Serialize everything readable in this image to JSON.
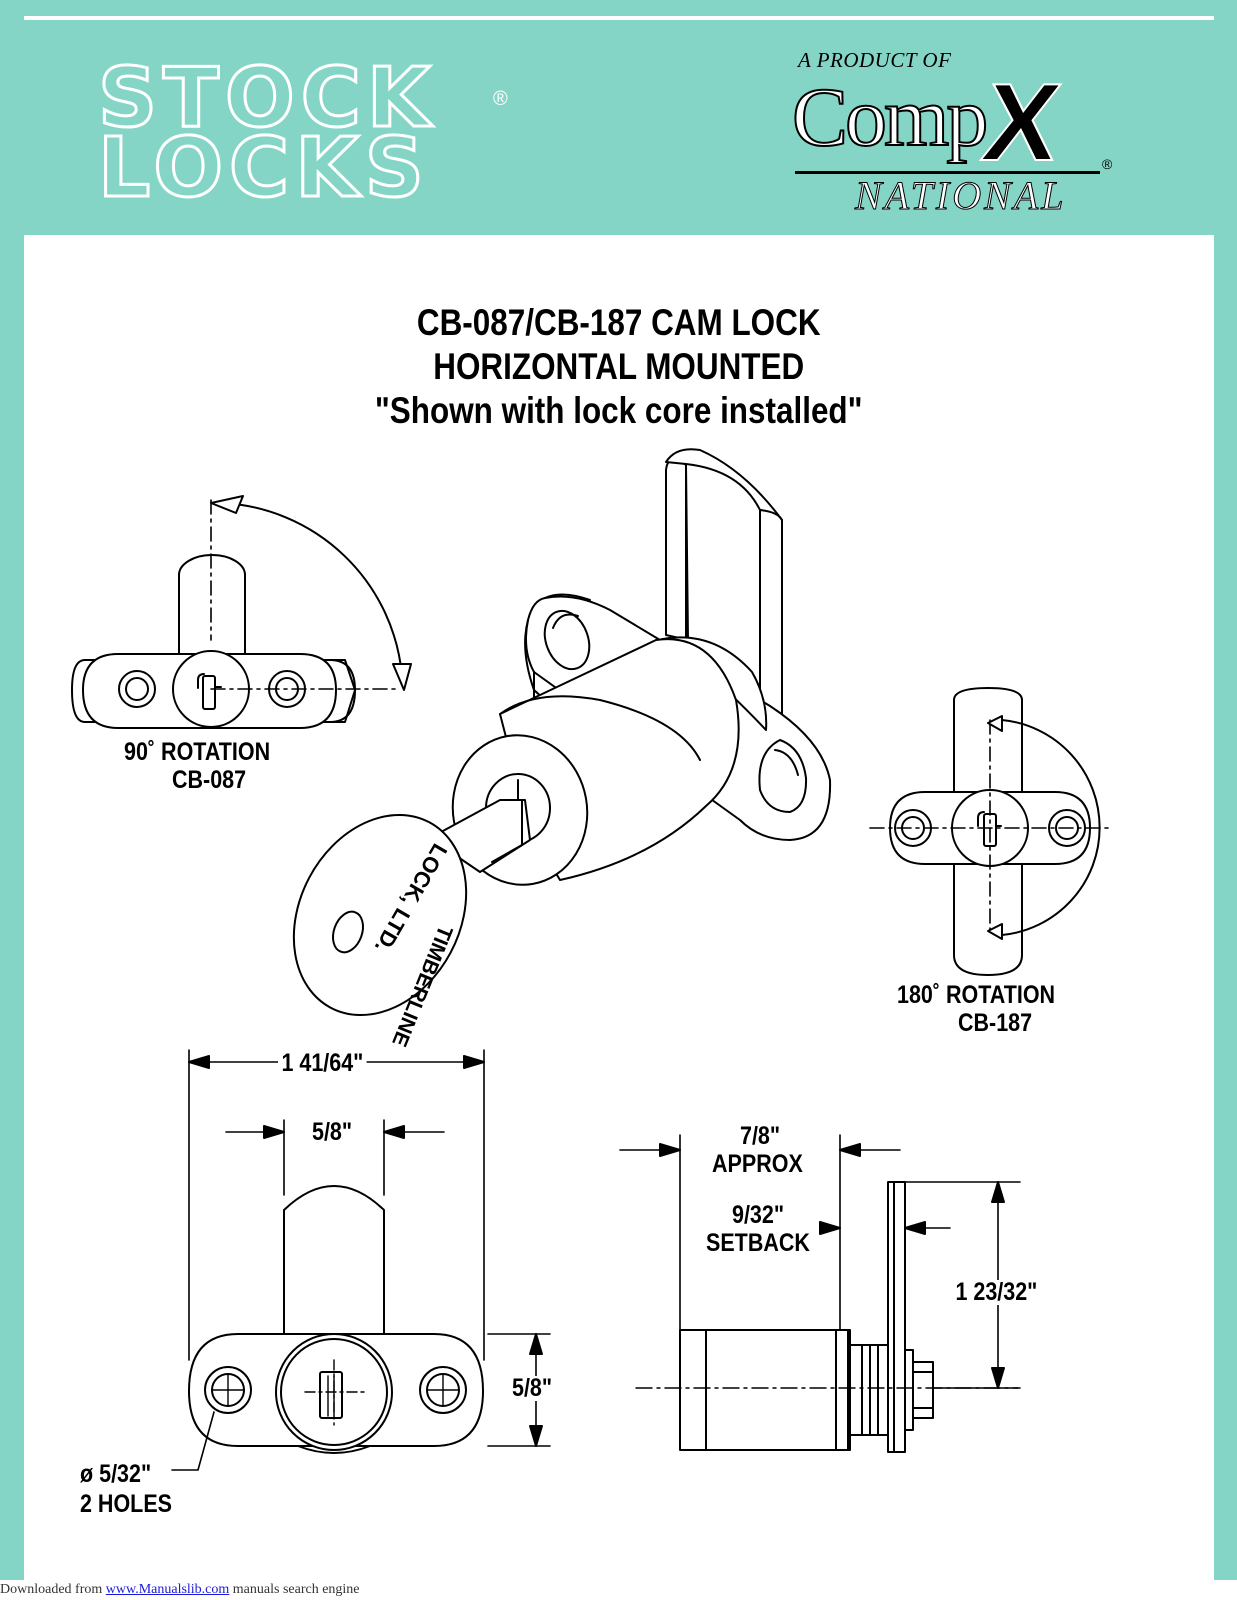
{
  "brand": {
    "logo_line1": "STOCK",
    "logo_line2": "LOCKS",
    "logo_registered": "®",
    "product_of": "A PRODUCT OF",
    "compx_comp": "Comp",
    "compx_x": "X",
    "compx_registered": "®",
    "compx_national": "NATIONAL"
  },
  "title": {
    "line1": "CB-087/CB-187 CAM LOCK",
    "line2": "HORIZONTAL MOUNTED",
    "line3": "\"Shown with lock core installed\""
  },
  "views": {
    "rotation_90": {
      "line1": "90˚ ROTATION",
      "line2": "CB-087"
    },
    "rotation_180": {
      "line1": "180˚ ROTATION",
      "line2": "CB-187"
    },
    "key_text": {
      "line1": "LOCK, LTD.",
      "line2": "TIMBERLINE"
    }
  },
  "dimensions": {
    "overall_width": "1 41/64\"",
    "cam_width": "5/8\"",
    "flange_height": "5/8\"",
    "hole_size": "ø  5/32\"",
    "hole_count": "2 HOLES",
    "length_line1": "7/8\"",
    "length_line2": "APPROX",
    "setback_line1": "9/32\"",
    "setback_line2": "SETBACK",
    "cam_length": "1 23/32\""
  },
  "footer": {
    "prefix": "Downloaded from ",
    "link": "www.Manualslib.com",
    "suffix": "  manuals search engine"
  },
  "colors": {
    "frame": "#85d5c6",
    "line": "#000000",
    "link": "#1a1ad8"
  }
}
